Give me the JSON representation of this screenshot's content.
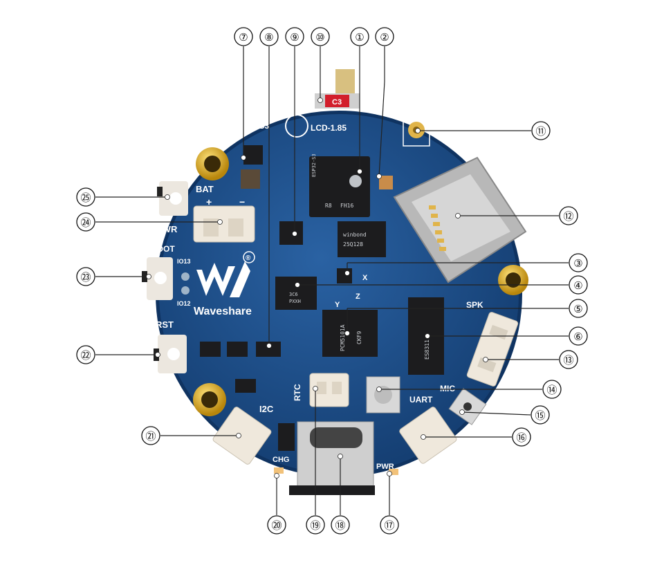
{
  "silkscreen": {
    "esp32": "ESP32-S3",
    "lcd": "LCD-1.85",
    "bat": "BAT",
    "plus": "+",
    "minus": "−",
    "pwr_left": "PWR",
    "boot": "BOOT",
    "io13": "IO13",
    "io12": "IO12",
    "brand": "Waveshare",
    "rst": "RST",
    "rtc": "RTC",
    "i2c": "I2C",
    "chg": "CHG",
    "pwr_bottom": "PWR",
    "spk": "SPK",
    "mic": "MIC",
    "uart": "UART",
    "axis_x": "X",
    "axis_y": "Y",
    "axis_z": "Z",
    "antenna_chip": "C3",
    "reg": "®"
  },
  "chip_text": {
    "mcu": [
      "ESP32-S3",
      "R8",
      "FH16"
    ],
    "flash": [
      "winbond",
      "25Q128"
    ],
    "codec": [
      "PCM5101A",
      "CKF9"
    ],
    "amp": [
      "ES8311"
    ],
    "imu": [
      "3C6",
      "PXXH"
    ]
  },
  "callouts": [
    {
      "label": "①"
    },
    {
      "label": "②"
    },
    {
      "label": "③"
    },
    {
      "label": "④"
    },
    {
      "label": "⑤"
    },
    {
      "label": "⑥"
    },
    {
      "label": "⑦"
    },
    {
      "label": "⑧"
    },
    {
      "label": "⑨"
    },
    {
      "label": "⑩"
    },
    {
      "label": "⑪"
    },
    {
      "label": "⑫"
    },
    {
      "label": "⑬"
    },
    {
      "label": "⑭"
    },
    {
      "label": "⑮"
    },
    {
      "label": "⑯"
    },
    {
      "label": "⑰"
    },
    {
      "label": "⑱"
    },
    {
      "label": "⑲"
    },
    {
      "label": "⑳"
    },
    {
      "label": "㉑"
    },
    {
      "label": "㉒"
    },
    {
      "label": "㉓"
    },
    {
      "label": "㉔"
    },
    {
      "label": "㉕"
    }
  ],
  "colors": {
    "pcb": "#1d4f8a",
    "pcb_edge": "#0f3361",
    "gold": "#d9a520",
    "chip": "#1c1c1e",
    "connector": "#efe8dc",
    "silk": "#ffffff"
  }
}
